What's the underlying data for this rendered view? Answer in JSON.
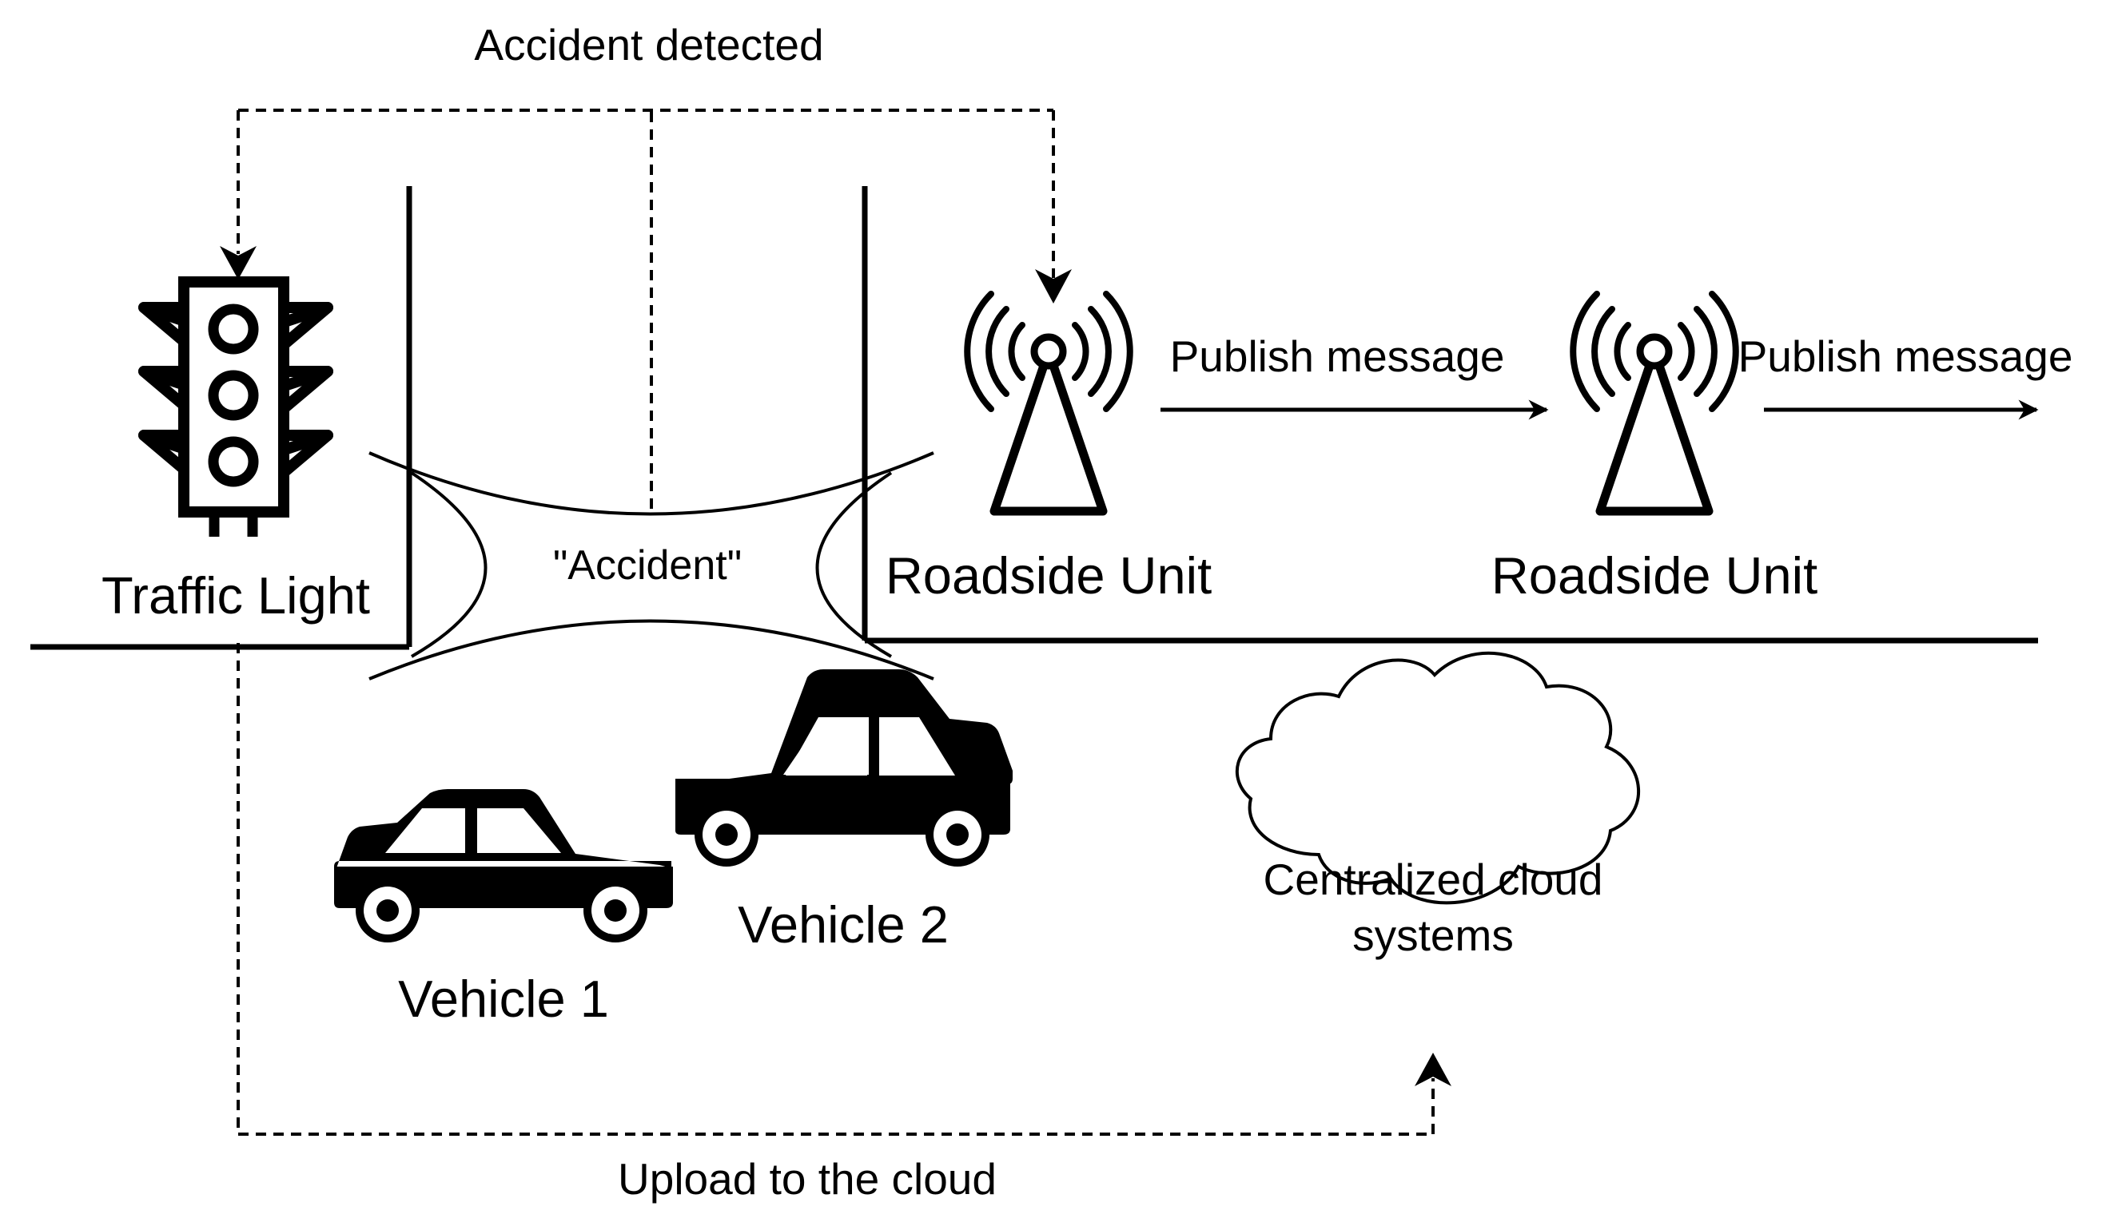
{
  "labels": {
    "accident_detected": "Accident detected",
    "traffic_light": "Traffic Light",
    "accident": "\"Accident\"",
    "roadside_unit_1": "Roadside Unit",
    "roadside_unit_2": "Roadside Unit",
    "publish_message_1": "Publish message",
    "publish_message_2": "Publish message",
    "vehicle_1": "Vehicle 1",
    "vehicle_2": "Vehicle 2",
    "cloud_line_1": "Centralized cloud",
    "cloud_line_2": "systems",
    "upload": "Upload to the cloud"
  },
  "icons": [
    "traffic-light-icon",
    "antenna-tower-icon",
    "car-icon",
    "cloud-icon"
  ],
  "colors": {
    "ink": "#000000",
    "background": "#ffffff"
  }
}
